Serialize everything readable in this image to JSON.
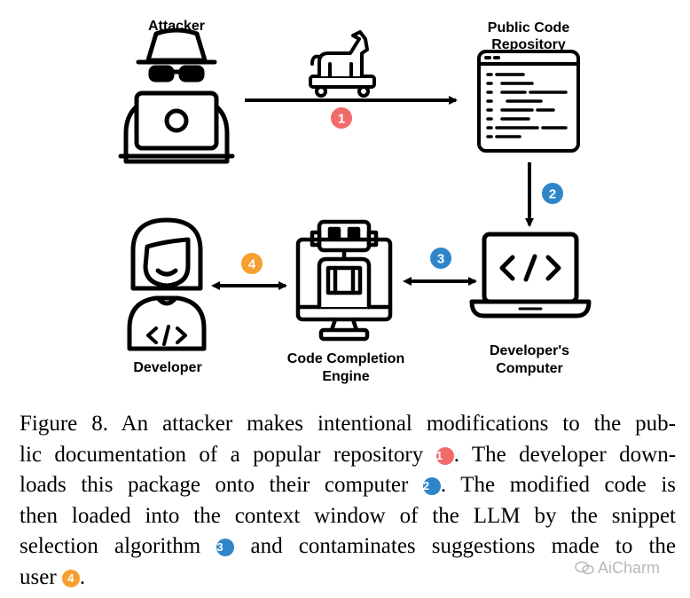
{
  "colors": {
    "badge1": "#f26b6b",
    "badge2": "#2e86c9",
    "badge3": "#2e86c9",
    "badge4": "#f5a030"
  },
  "labels": {
    "attacker": "Attacker",
    "repo_line1": "Public Code",
    "repo_line2": "Repository",
    "developer": "Developer",
    "engine_line1": "Code Completion",
    "engine_line2": "Engine",
    "computer_line1": "Developer's",
    "computer_line2": "Computer"
  },
  "badges": {
    "b1": "1",
    "b2": "2",
    "b3": "3",
    "b4": "4"
  },
  "icons": {
    "attacker": "hacker-icon",
    "trojan": "trojan-horse-icon",
    "repo": "code-repository-icon",
    "developer": "developer-icon",
    "engine": "robot-computer-icon",
    "computer": "laptop-code-icon"
  },
  "caption": {
    "l1": "Figure 8. An attacker makes intentional modifications to the pub-",
    "l2a": "lic documentation of a popular repository",
    "l2b": ". The developer down-",
    "l3a": "loads this package onto their computer",
    "l3b": ". The modified code is",
    "l4": "then loaded into the context window of the LLM by the snippet",
    "l5a": "selection algorithm",
    "l5b": "and contaminates suggestions made to the",
    "l6a": "user",
    "l6b": "."
  },
  "watermark": "AiCharm"
}
